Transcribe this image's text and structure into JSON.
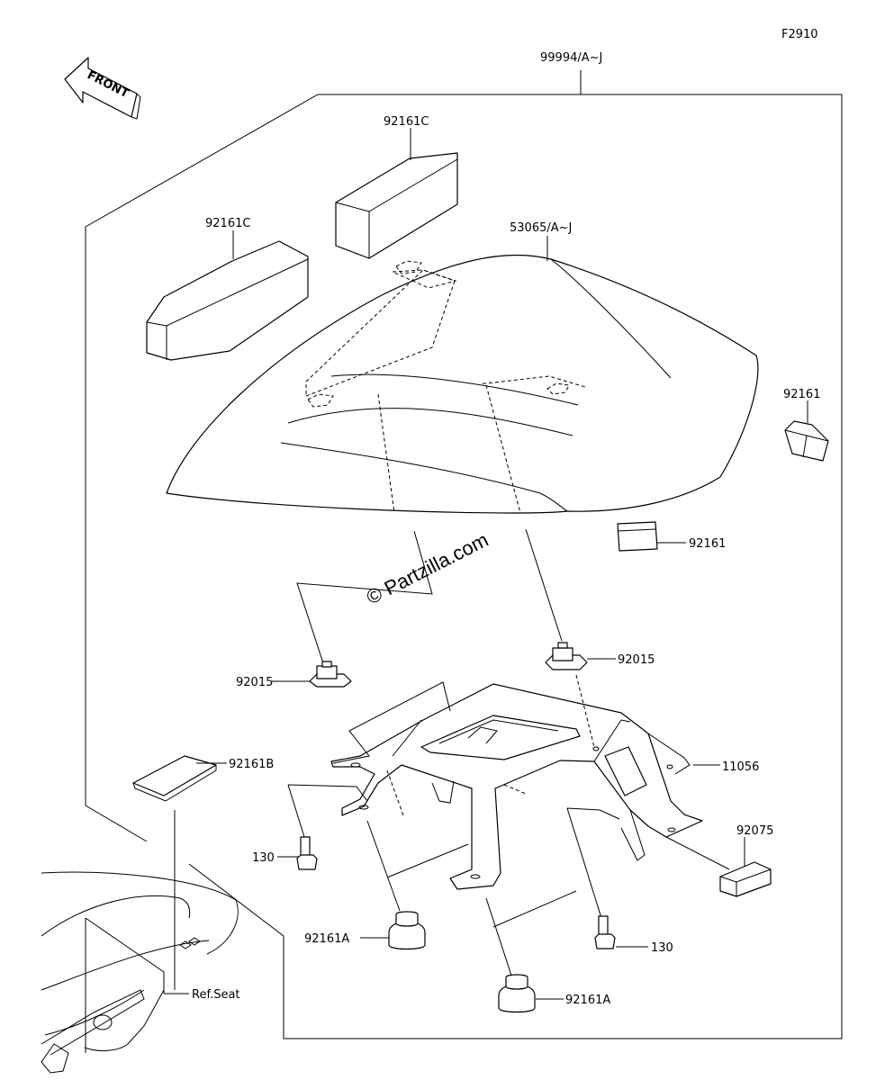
{
  "diagram_code": "F2910",
  "front_arrow_label": "FRONT",
  "watermark": "© Partzilla.com",
  "part_labels": {
    "kit": "99994/A~J",
    "pad_top": "92161C",
    "pad_left": "92161C",
    "seat_cover": "53065/A~J",
    "pad_right_upper": "92161",
    "pad_right_lower": "92161",
    "nut_left": "92015",
    "nut_right": "92015",
    "bracket": "11056",
    "pad_sheet": "92161B",
    "bolt_left": "130",
    "bolt_right": "130",
    "damper_left": "92161A",
    "damper_right": "92161A",
    "small_block": "92075",
    "ref_seat": "Ref.Seat"
  }
}
